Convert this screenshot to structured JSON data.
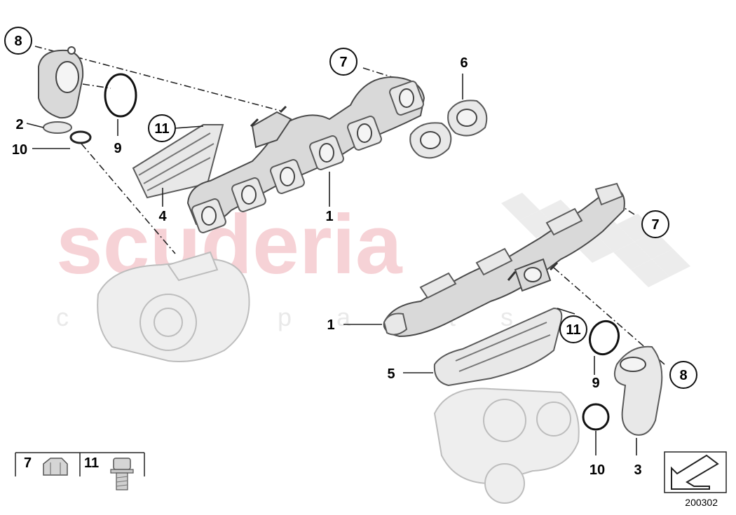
{
  "watermark": {
    "brand": "scuderia",
    "sub": "car parts"
  },
  "callouts": {
    "c8_top": "8",
    "c7_top": "7",
    "c6": "6",
    "c2": "2",
    "c10_top": "10",
    "c9_top": "9",
    "c11_top": "11",
    "c4": "4",
    "c1_top": "1",
    "c7_right": "7",
    "c1_mid": "1",
    "c11_mid": "11",
    "c5": "5",
    "c8_right": "8",
    "c9_bottom": "9",
    "c10_bottom": "10",
    "c3": "3"
  },
  "legend": {
    "item_a": "7",
    "item_b": "11"
  },
  "doc_number": "200302"
}
